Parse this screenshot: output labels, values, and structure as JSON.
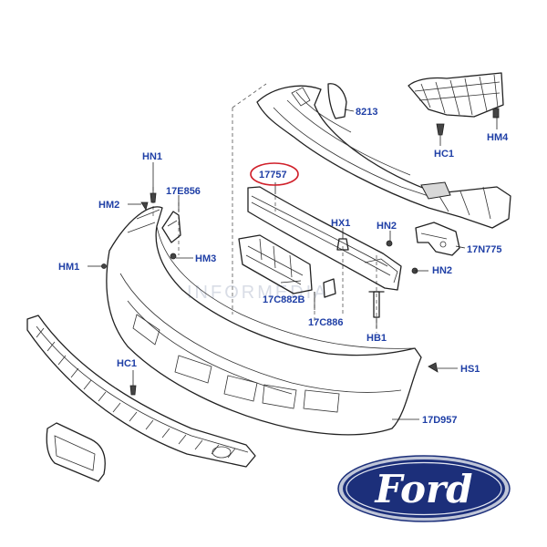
{
  "diagram": {
    "labels": {
      "hn1": "HN1",
      "hm2": "HM2",
      "e856": "17E856",
      "hm1": "HM1",
      "hm3": "HM3",
      "p17757": "17757",
      "hx1": "HX1",
      "hn2a": "HN2",
      "n775": "17N775",
      "hn2b": "HN2",
      "c882b": "17C882B",
      "c886": "17C886",
      "hb1": "HB1",
      "p8213": "8213",
      "hc1a": "HC1",
      "hm4": "HM4",
      "hc1b": "HC1",
      "hs1": "HS1",
      "d957": "17D957"
    },
    "highlight_color": "#d0202a",
    "label_color": "#1f3fa6"
  },
  "logo": {
    "text": "Ford",
    "background": "#1c2f7a",
    "ring": "#c0c6d8"
  },
  "watermark": {
    "text": "INFORMEDIA"
  }
}
